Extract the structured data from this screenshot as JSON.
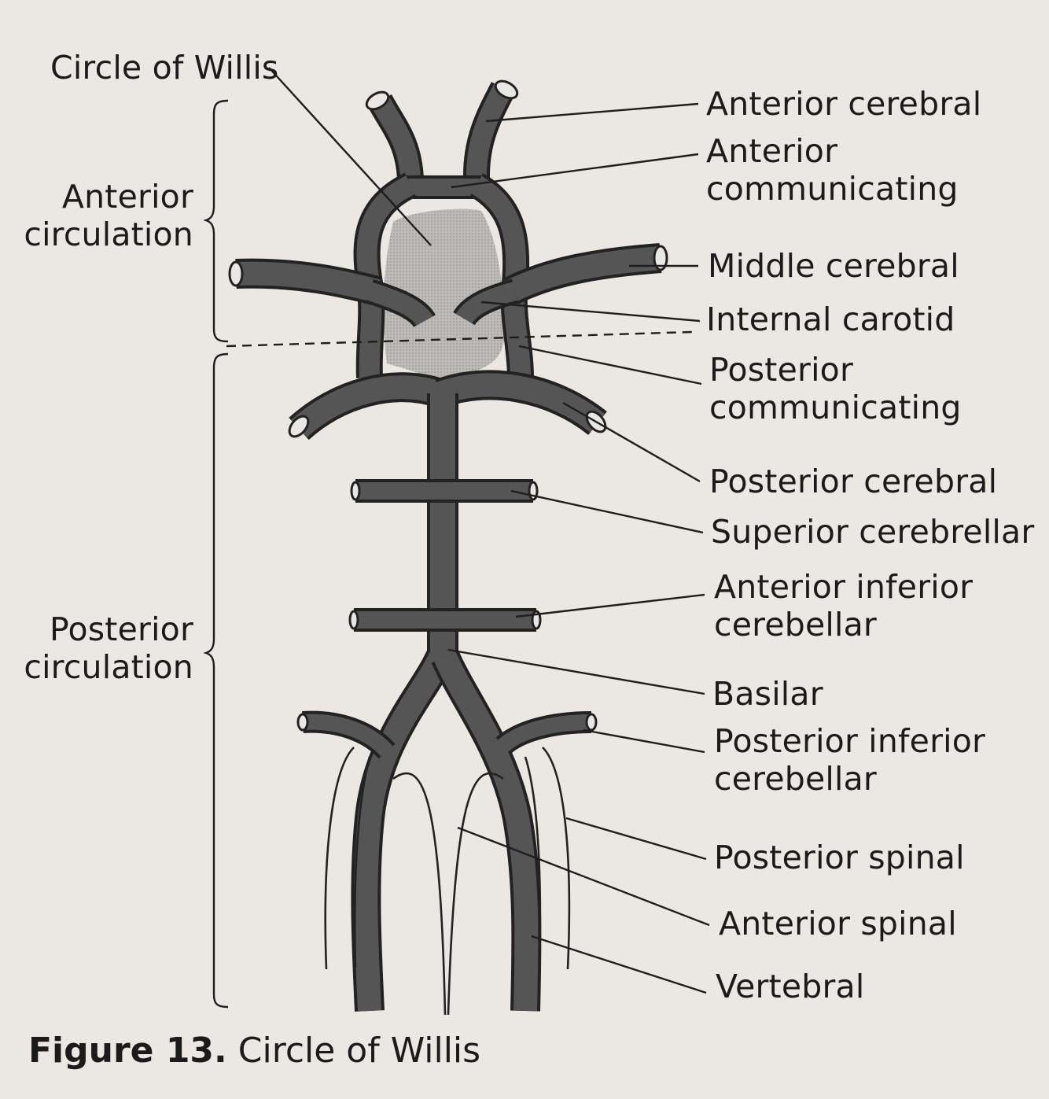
{
  "title": "Circle of Willis",
  "caption": {
    "number": "Figure 13.",
    "text": "Circle of Willis"
  },
  "groups": [
    {
      "line1": "Anterior",
      "line2": "circulation"
    },
    {
      "line1": "Posterior",
      "line2": "circulation"
    }
  ],
  "labels": [
    {
      "line1": "Anterior cerebral"
    },
    {
      "line1": "Anterior",
      "line2": "communicating"
    },
    {
      "line1": "Middle cerebral"
    },
    {
      "line1": "Internal carotid"
    },
    {
      "line1": "Posterior",
      "line2": "communicating"
    },
    {
      "line1": "Posterior cerebral"
    },
    {
      "line1": "Superior cerebrellar"
    },
    {
      "line1": "Anterior inferior",
      "line2": "cerebellar"
    },
    {
      "line1": "Basilar"
    },
    {
      "line1": "Posterior inferior",
      "line2": "cerebellar"
    },
    {
      "line1": "Posterior spinal"
    },
    {
      "line1": "Anterior spinal"
    },
    {
      "line1": "Vertebral"
    }
  ],
  "colors": {
    "background": "#ebe8e3",
    "vessel": "#555555",
    "circle_fill": "#b9b7b4",
    "ink": "#1b1b1b"
  }
}
